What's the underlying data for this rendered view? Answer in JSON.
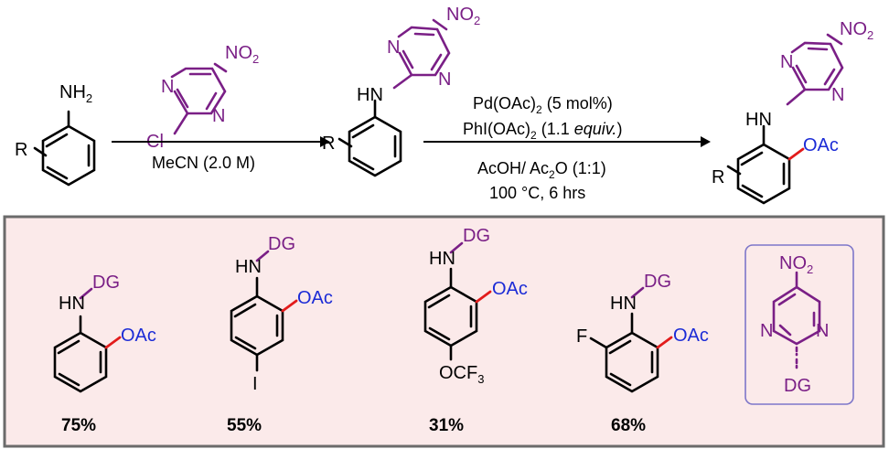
{
  "scheme": {
    "start": {
      "amine": "NH",
      "amine_sub": "2",
      "r": "R"
    },
    "reagent1": {
      "nitro_n": "NO",
      "nitro_sub": "2",
      "n_left": "N",
      "n_right": "N",
      "cl": "Cl"
    },
    "arrow1": {
      "condition": "MeCN (2.0 M)"
    },
    "intermediate": {
      "nitro_n": "NO",
      "nitro_sub": "2",
      "n_left": "N",
      "n_right": "N",
      "hn": "HN",
      "r": "R"
    },
    "arrow2": {
      "line1": "Pd(OAc)",
      "line1_sub": "2",
      "line1_tail": " (5 mol%)",
      "line2": "PhI(OAc)",
      "line2_sub": "2",
      "line2_tail": " (1.1 ",
      "line2_italic": "equiv.",
      "line2_end": ")",
      "line3": "AcOH/ Ac",
      "line3_sub": "2",
      "line3_tail": "O (1:1)",
      "line4": "100 °C, 6 hrs"
    },
    "product": {
      "nitro_n": "NO",
      "nitro_sub": "2",
      "n_left": "N",
      "n_right": "N",
      "hn": "HN",
      "oac": "OAc",
      "r": "R"
    }
  },
  "panel": {
    "background": "#fbeaea",
    "border": "#6b6b6b",
    "items": [
      {
        "hn": "HN",
        "dg": "DG",
        "oac": "OAc",
        "substituent": "",
        "yield": "75%"
      },
      {
        "hn": "HN",
        "dg": "DG",
        "oac": "OAc",
        "substituent": "I",
        "yield": "55%"
      },
      {
        "hn": "HN",
        "dg": "DG",
        "oac": "OAc",
        "substituent": "OCF",
        "substituent_sub": "3",
        "yield": "31%"
      },
      {
        "hn": "HN",
        "dg": "DG",
        "oac": "OAc",
        "substituent": "F",
        "yield": "68%"
      }
    ],
    "legend": {
      "nitro_n": "NO",
      "nitro_sub": "2",
      "n_left": "N",
      "n_right": "N",
      "dg": "DG"
    }
  },
  "colors": {
    "purple": "#7a1f86",
    "blue": "#1b2bd6",
    "red": "#e21b1b"
  }
}
